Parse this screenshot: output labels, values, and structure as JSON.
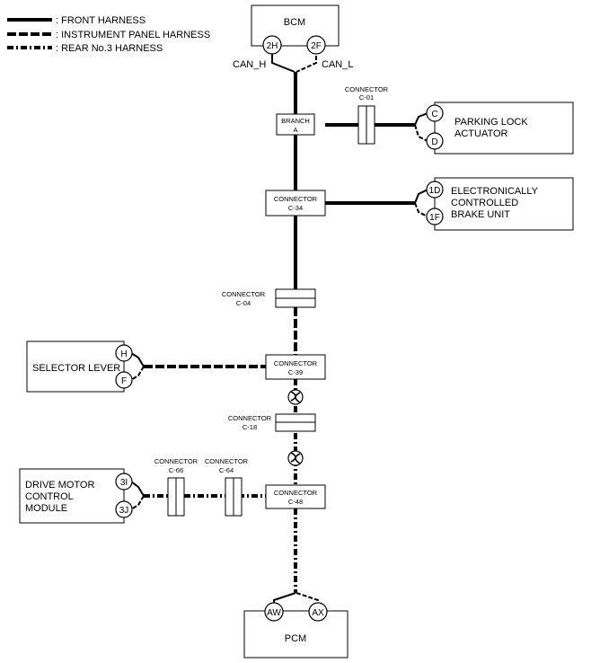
{
  "legend": {
    "front": ": FRONT HARNESS",
    "instrument": ": INSTRUMENT PANEL HARNESS",
    "rear": ": REAR No.3 HARNESS"
  },
  "bcm": {
    "label": "BCM",
    "pin_h": "2H",
    "pin_l": "2F",
    "can_h": "CAN_H",
    "can_l": "CAN_L"
  },
  "branch": {
    "line1": "BRANCH",
    "line2": "A"
  },
  "connectors": {
    "c01": {
      "line1": "CONNECTOR",
      "line2": "C-01"
    },
    "c34": {
      "line1": "CONNECTOR",
      "line2": "C-34"
    },
    "c04": {
      "line1": "CONNECTOR",
      "line2": "C-04"
    },
    "c39": {
      "line1": "CONNECTOR",
      "line2": "C-39"
    },
    "c18": {
      "line1": "CONNECTOR",
      "line2": "C-18"
    },
    "c66": {
      "line1": "CONNECTOR",
      "line2": "C-66"
    },
    "c64": {
      "line1": "CONNECTOR",
      "line2": "C-64"
    },
    "c48": {
      "line1": "CONNECTOR",
      "line2": "C-48"
    }
  },
  "parking": {
    "line1": "PARKING LOCK",
    "line2": "ACTUATOR",
    "pin_a": "C",
    "pin_b": "D"
  },
  "brake": {
    "line1": "ELECTRONICALLY",
    "line2": "CONTROLLED",
    "line3": "BRAKE UNIT",
    "pin_a": "1D",
    "pin_b": "1F"
  },
  "selector": {
    "label": "SELECTOR LEVER",
    "pin_a": "H",
    "pin_b": "F"
  },
  "dmcm": {
    "line1": "DRIVE MOTOR",
    "line2": "CONTROL",
    "line3": "MODULE",
    "pin_a": "3I",
    "pin_b": "3J"
  },
  "pcm": {
    "label": "PCM",
    "pin_a": "AW",
    "pin_b": "AX"
  }
}
